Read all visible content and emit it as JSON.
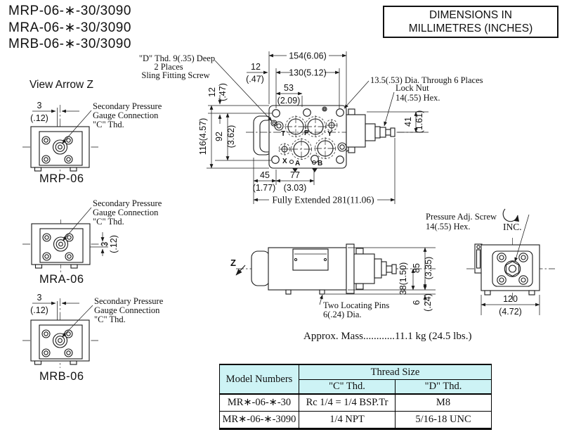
{
  "header": {
    "models": [
      "MRP-06-∗-30/3090",
      "MRA-06-∗-30/3090",
      "MRB-06-∗-30/3090"
    ],
    "units_note_line1": "DIMENSIONS IN",
    "units_note_line2": "MILLIMETRES (INCHES)"
  },
  "view_arrow_label": "View Arrow Z",
  "gauge_views": {
    "label_line1": "Secondary Pressure",
    "label_line2": "Gauge Connection",
    "label_line3": "\"C\" Thd.",
    "offset_mm": "3",
    "offset_in": "(.12)",
    "views": [
      {
        "caption": "MRP-06"
      },
      {
        "caption": "MRA-06"
      },
      {
        "caption": "MRB-06"
      }
    ]
  },
  "top_view": {
    "labels": {
      "d_thd_line1": "\"D\" Thd. 9(.35) Deep",
      "d_thd_line2": "2 Places",
      "d_thd_line3": "Sling Fitting Screw",
      "through_holes": "13.5(.53) Dia. Through 6 Places",
      "lock_nut_line1": "Lock Nut",
      "lock_nut_line2": "14(.55) Hex."
    },
    "dims": {
      "w154": "154(6.06)",
      "w130": "130(5.12)",
      "w53_mm": "53",
      "w53_in": "(2.09)",
      "w12_mm": "12",
      "w12_in": "(.47)",
      "h12_mm": "12",
      "h12_in": "(.47)",
      "h116": "116(4.57)",
      "h92_mm": "92",
      "h92_in": "(3.62)",
      "w45_mm": "45",
      "w45_in": "(1.77)",
      "w77_mm": "77",
      "w77_in": "(3.03)",
      "fully_extended": "Fully Extended  281(11.06)",
      "h41_mm": "41",
      "h41_in": "(1.61)"
    },
    "ports": {
      "t": "T",
      "p": "P",
      "y": "Y",
      "x": "X",
      "a": "A",
      "b": "B"
    }
  },
  "side_view": {
    "arrow_label": "Z",
    "pins_line1": "Two Locating Pins",
    "pins_line2": "6(.24) Dia.",
    "dims": {
      "d38": "38(1.50)",
      "d85_mm": "85",
      "d85_in": "(3.35)",
      "d6_mm": "6",
      "d6_in": "(.24)"
    }
  },
  "end_view": {
    "adj_line1": "Pressure Adj. Screw",
    "adj_line2": "14(.55) Hex.",
    "inc_label": "INC.",
    "dims": {
      "w120_mm": "120",
      "w120_in": "(4.72)"
    }
  },
  "mass_note": "Approx. Mass............11.1 kg (24.5 lbs.)",
  "table": {
    "header_model": "Model Numbers",
    "header_thread": "Thread Size",
    "header_c": "\"C\" Thd.",
    "header_d": "\"D\" Thd.",
    "rows": [
      {
        "model": "MR∗-06-∗-30",
        "c_thd": "Rc 1/4 = 1/4 BSP.Tr",
        "d_thd": "M8"
      },
      {
        "model": "MR∗-06-∗-3090",
        "c_thd": "1/4 NPT",
        "d_thd": "5/16-18 UNC"
      }
    ],
    "header_bg": "#cdf3f5"
  },
  "colors": {
    "line": "#1a1a1a",
    "text": "#111111",
    "table_header_bg": "#cdf3f5"
  }
}
